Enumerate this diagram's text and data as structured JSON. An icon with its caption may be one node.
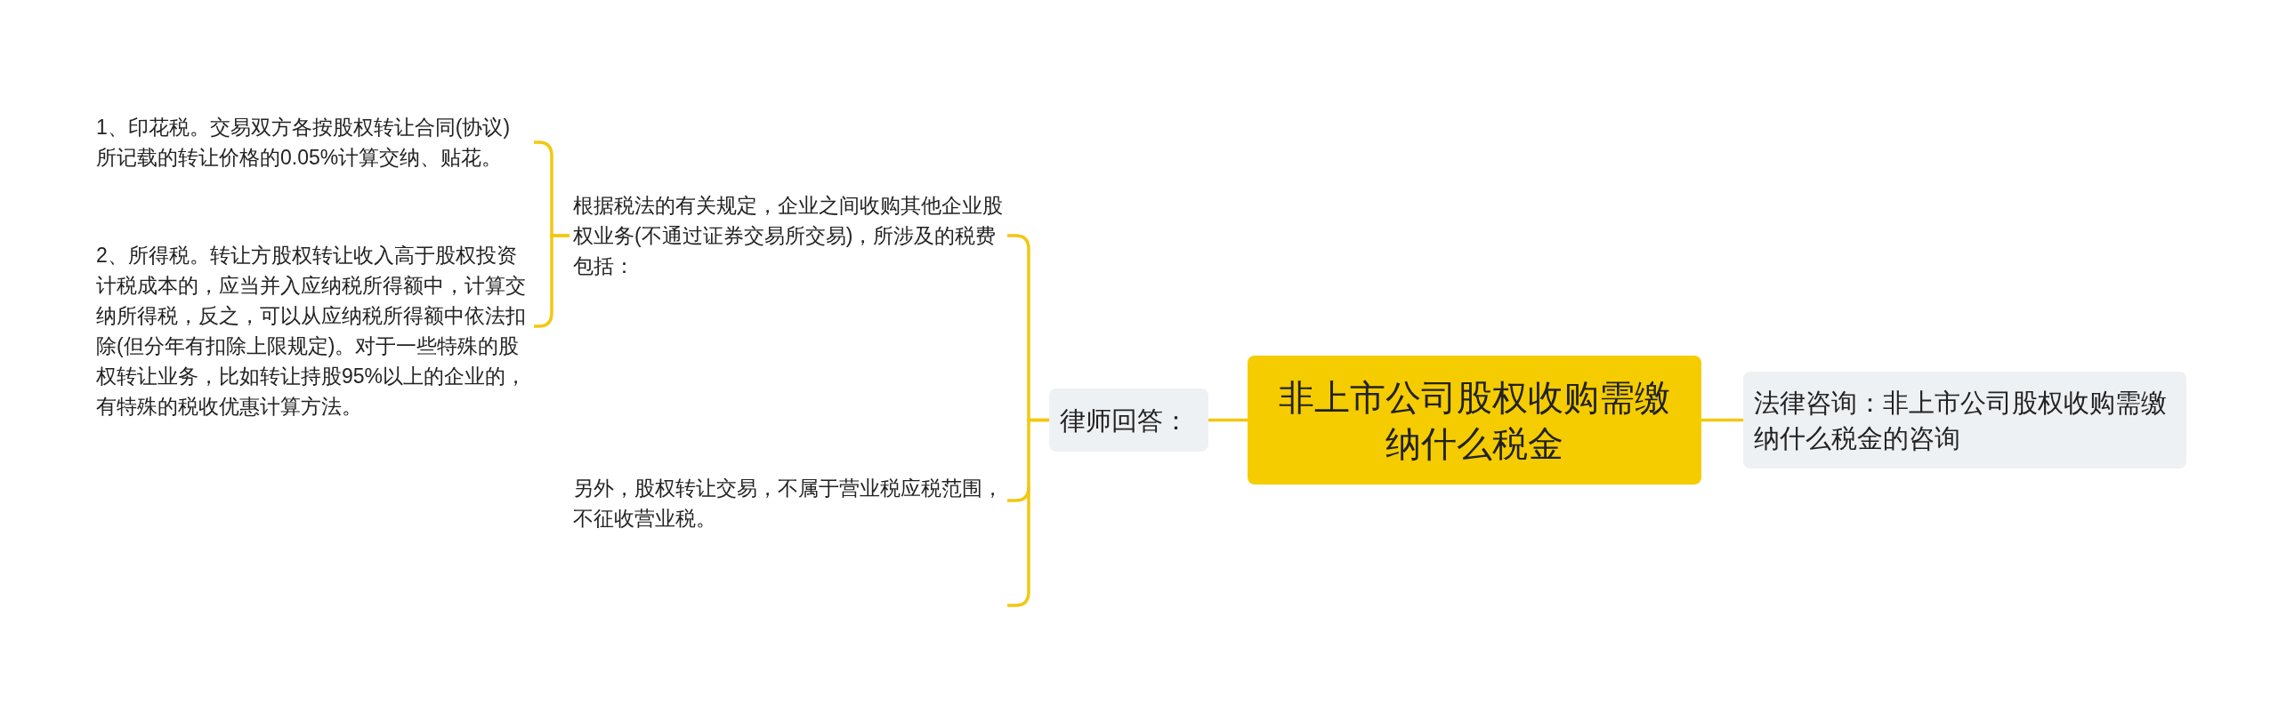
{
  "diagram": {
    "nodes": [
      {
        "text": [
          "非上市公司股权收购需缴纳什么税金"
        ]
      },
      {
        "text": [
          "法律咨询：非上市公司股权收购需缴纳什么税金的咨询"
        ]
      },
      {
        "text": [
          "律师回答："
        ]
      },
      {
        "text": [
          "根据税法的有关规定，企业之间收购其他企业股权业务(不通过证券交易所交易)，所涉及的税费包括："
        ]
      },
      {
        "text": [
          "另外，股权转让交易，不属于营业税应税范围，不征收营业税。"
        ]
      },
      {
        "text": [
          "1、印花税。交易双方各按股权转让合同(协议)所记载的转让价格的0.05%计算交纳、贴花。"
        ]
      },
      {
        "text": [
          "2、所得税。转让方股权转让收入高于股权投资计税成本的，应当并入应纳税所得额中，计算交纳所得税，反之，可以从应纳税所得额中依法扣除(但分年有扣除上限规定)。对于一些特殊的股权转让业务，比如转让持股95%以上的企业的，有特殊的税收优惠计算方法。"
        ]
      }
    ],
    "edges": [
      {
        "from": 0,
        "to": 1,
        "arrow": "none"
      },
      {
        "from": 0,
        "to": 2,
        "arrow": "none"
      },
      {
        "from": 2,
        "to": 3,
        "arrow": "none"
      },
      {
        "from": 2,
        "to": 4,
        "arrow": "none"
      },
      {
        "from": 3,
        "to": 5,
        "arrow": "none"
      },
      {
        "from": 3,
        "to": 6,
        "arrow": "none"
      }
    ]
  }
}
